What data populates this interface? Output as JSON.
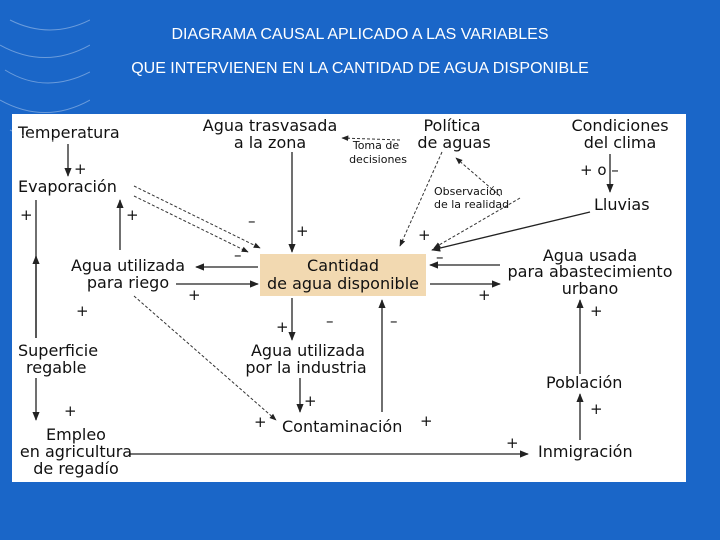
{
  "header": {
    "title_line1": "DIAGRAMA CAUSAL APLICADO A LAS VARIABLES",
    "title_line2": "QUE INTERVIENEN EN LA CANTIDAD DE AGUA DISPONIBLE"
  },
  "colors": {
    "background": "#1a66c8",
    "central_box": "#f2d9b1",
    "panel": "#ffffff"
  },
  "nodes": {
    "temperatura": "Temperatura",
    "evaporacion": "Evaporación",
    "agua_trasvasada_l1": "Agua trasvasada",
    "agua_trasvasada_l2": "a la zona",
    "politica_l1": "Política",
    "politica_l2": "de aguas",
    "toma_decisiones_l1": "Toma de",
    "toma_decisiones_l2": "decisiones",
    "condiciones_l1": "Condiciones",
    "condiciones_l2": "del clima",
    "lluvias": "Lluvias",
    "observacion_l1": "Observación",
    "observacion_l2": "de la realidad",
    "riego_l1": "Agua utilizada",
    "riego_l2": "para riego",
    "cantidad_l1": "Cantidad",
    "cantidad_l2": "de agua disponible",
    "abastecimiento_l1": "Agua usada",
    "abastecimiento_l2": "para abastecimiento",
    "abastecimiento_l3": "urbano",
    "superficie_l1": "Superficie",
    "superficie_l2": "regable",
    "industria_l1": "Agua utilizada",
    "industria_l2": "por la industria",
    "poblacion": "Población",
    "empleo_l1": "Empleo",
    "empleo_l2": "en agricultura",
    "empleo_l3": "de regadío",
    "contaminacion": "Contaminación",
    "inmigracion": "Inmigración"
  },
  "signs": {
    "s1": "+",
    "s2": "+",
    "s3": "+",
    "s4": "–",
    "s5": "+",
    "s6": "+",
    "s7": "+ o –",
    "s8": "–",
    "s9": "–",
    "s10": "+",
    "s11": "+",
    "s12": "+",
    "s13": "+",
    "s14": "–",
    "s15": "–",
    "s16": "+",
    "s17": "+",
    "s18": "+",
    "s19": "+",
    "s20": "+",
    "s21": "+",
    "s22": "+"
  }
}
